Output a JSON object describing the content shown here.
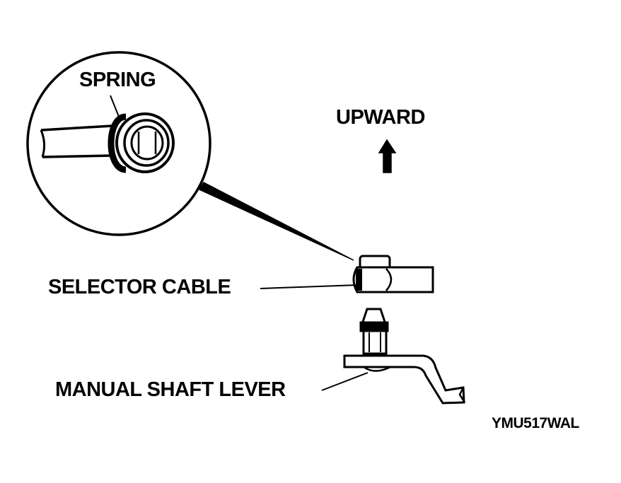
{
  "labels": {
    "spring": "SPRING",
    "upward": "UPWARD",
    "selector_cable": "SELECTOR CABLE",
    "manual_shaft_lever": "MANUAL SHAFT LEVER",
    "figure_code": "YMU517WAL"
  },
  "icons": {
    "direction_arrow": "up-arrow-icon"
  },
  "colors": {
    "ink": "#000000",
    "background": "#ffffff"
  }
}
